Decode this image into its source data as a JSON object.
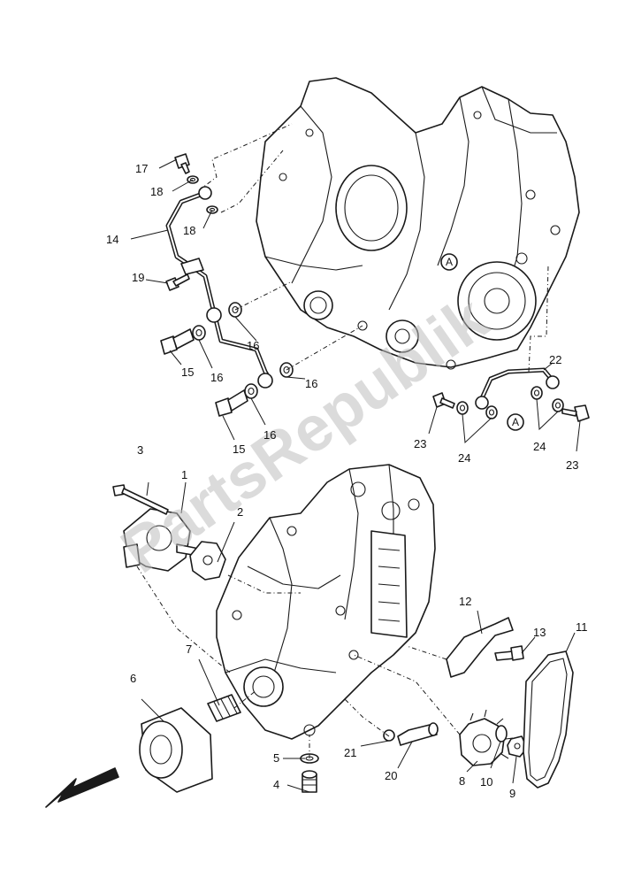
{
  "watermark": "PartsRepublik",
  "reference_mark": "A",
  "callouts": {
    "c1": "1",
    "c2": "2",
    "c3": "3",
    "c4": "4",
    "c5": "5",
    "c6": "6",
    "c7": "7",
    "c8": "8",
    "c9": "9",
    "c10": "10",
    "c11": "11",
    "c12": "12",
    "c13": "13",
    "c14": "14",
    "c15a": "15",
    "c15b": "15",
    "c16a": "16",
    "c16b": "16",
    "c16c": "16",
    "c16d": "16",
    "c17": "17",
    "c18a": "18",
    "c18b": "18",
    "c19": "19",
    "c20": "20",
    "c21": "21",
    "c22": "22",
    "c23a": "23",
    "c23b": "23",
    "c24a": "24",
    "c24b": "24"
  },
  "colors": {
    "line": "#1a1a1a",
    "watermark": "#bdbdbd",
    "background": "#ffffff"
  },
  "icons": {
    "direction_arrow": "front-arrow-icon"
  }
}
